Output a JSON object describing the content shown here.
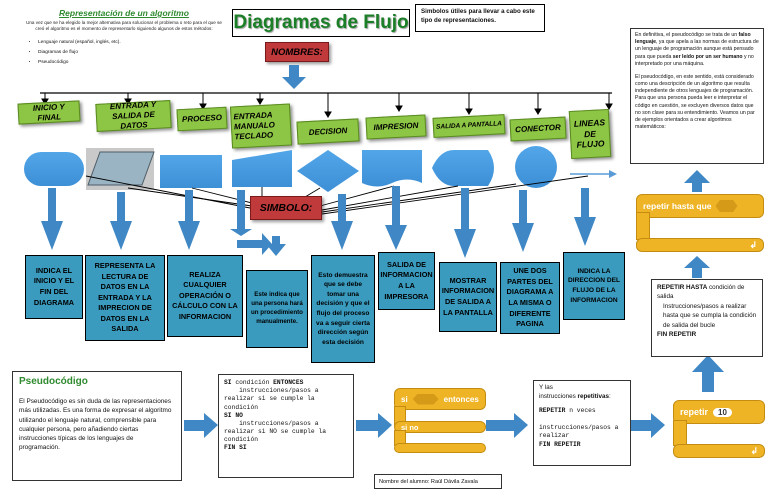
{
  "intro": {
    "title": "Representación de un algoritmo",
    "body": "Una vez que se ha elegido la mejor alternativa para solucionar el problema o reto para el que se creó el algoritmo es el momento de representarlo siguiendo algunos de estos métodos:",
    "items": [
      "Lenguaje natural (español, inglés, etc).",
      "Diagramas de flujo",
      "Pseudocódigo"
    ]
  },
  "main_title": "Diagramas de Flujo",
  "subtitle_note": "Simbolos útiles para llevar a cabo este tipo de representaciones.",
  "nombres_label": "NOMBRES:",
  "simbolo_label": "SIMBOLO:",
  "categories": [
    "INICIO Y FINAL",
    "ENTRADA Y SALIDA DE DATOS",
    "PROCESO",
    "ENTRADA MANUALO TECLADO",
    "DECISION",
    "IMPRESION",
    "SALIDA A PANTALLA",
    "CONECTOR",
    "LINEAS DE FLUJO"
  ],
  "descriptions": [
    "INDICA EL INICIO Y EL FIN DEL DIAGRAMA",
    "REPRESENTA LA LECTURA DE DATOS EN LA ENTRADA Y LA IMPRECION DE DATOS EN LA SALIDA",
    "REALIZA CUALQUIER OPERACIÓN O CÁLCULO CON LA INFORMACION",
    "Este indica que una persona hará un procedimiento manualmente.",
    "Esto demuestra que se debe tomar una decisión y que el flujo del proceso va a seguir cierta dirección según esta decisión",
    "SALIDA DE INFORMACION A LA IMPRESORA",
    "MOSTRAR INFORMACION DE SALIDA A LA PANTALLA",
    "UNE DOS PARTES DEL DIAGRAMA A LA MISMA O DIFERENTE PAGINA",
    "INDICA LA DIRECCION DEL FLUJO DE LA INFORMACION"
  ],
  "right_panel": {
    "p1_pre": "En definitiva, el pseudocódigo se trata de un ",
    "p1_b1": "falso lenguaje",
    "p1_mid": ", ya que apela a las normas de estructura de un lenguaje de programación aunque está pensado para que pueda ",
    "p1_b2": "ser leído por un ser humano",
    "p1_post": " y no interpretado por una máquina.",
    "p2": "El pseudocódigo, en este sentido, está considerado como una descripción de un algoritmo que resulta independiente de otros lenguajes de programación. Para que una persona pueda leer e interpretar el código en cuestión, se excluyen diversos datos que no son clave para su entendimiento. Veamos un par de ejemplos orientados a crear algoritmos matemáticos:"
  },
  "repeat_until_block": {
    "label": "repetir hasta que"
  },
  "repeat_until_text": {
    "head_b": "REPETIR HASTA",
    "head": " condición de salida",
    "body": "Instrucciones/pasos a realizar hasta que se cumpla la condición de salida del bucle",
    "foot": "FIN REPETIR"
  },
  "pseudo": {
    "title": "Pseudocódigo",
    "body": "El Pseudocódigo es sin duda de las representaciones más utilizadas. Es una forma de expresar el algoritmo utilizando el lenguaje natural, comprensible para cualquier persona, pero añadiendo ciertas instrucciones típicas de los lenguajes de programación."
  },
  "if_code": {
    "l1a": "SI",
    "l1b": " condición ",
    "l1c": "ENTONCES",
    "l2": "    instrucciones/pasos a realizar si se cumple la condición",
    "l3": "SI NO",
    "l4": "    instrucciones/pasos a realizar si NO se cumple la condición",
    "l5": "FIN SI"
  },
  "if_block": {
    "si": "si",
    "entonces": "entonces",
    "sino": "si no"
  },
  "repeat_text": {
    "l1": "Y las",
    "l2a": "instrucciones ",
    "l2b": "repetitivas",
    "l3a": "REPETIR",
    "l3b": " n veces",
    "l4": "instrucciones/pasos a realizar",
    "l5": "FIN REPETIR"
  },
  "repeat_block": {
    "label": "repetir",
    "count": "10"
  },
  "author": "Nombre del alumno: Raúl Dávila Zavala",
  "colors": {
    "green": "#8dc544",
    "teal": "#3a9bbf",
    "red": "#c0393b",
    "arrow": "#3f88c5",
    "scratch": "#efb425"
  }
}
